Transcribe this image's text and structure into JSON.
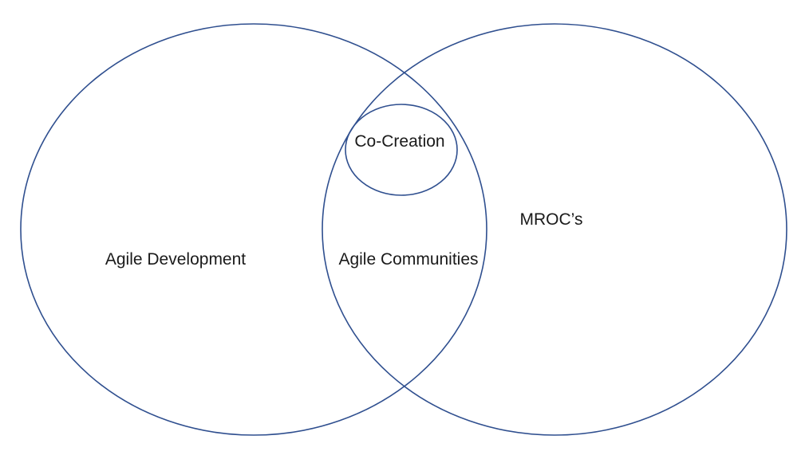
{
  "diagram": {
    "type": "venn",
    "stroke_color": "#2f4f8f",
    "sets": [
      {
        "key": "left",
        "label": "Agile Development"
      },
      {
        "key": "right",
        "label": "MROC’s"
      },
      {
        "key": "overlap",
        "label": "Agile Communities"
      },
      {
        "key": "inner",
        "label": "Co-Creation"
      }
    ]
  }
}
